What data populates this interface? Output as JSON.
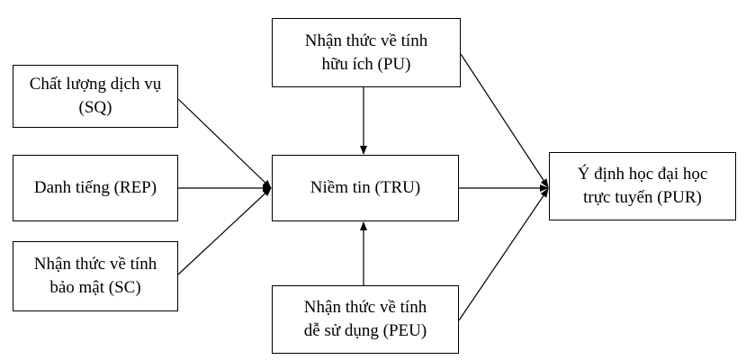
{
  "diagram": {
    "nodes": {
      "sq": "Chất lượng dịch vụ\n(SQ)",
      "rep": "Danh tiếng (REP)",
      "sc": "Nhận thức về tính\nbảo mật (SC)",
      "pu": "Nhận thức về tính\nhữu ích (PU)",
      "tru": "Niềm tin (TRU)",
      "peu": "Nhận thức về tính\ndễ sử dụng (PEU)",
      "pur": "Ý định học đại học\ntrực tuyến (PUR)"
    },
    "edges": [
      {
        "from": "sq",
        "to": "tru"
      },
      {
        "from": "rep",
        "to": "tru"
      },
      {
        "from": "sc",
        "to": "tru"
      },
      {
        "from": "pu",
        "to": "tru"
      },
      {
        "from": "peu",
        "to": "tru"
      },
      {
        "from": "pu",
        "to": "pur"
      },
      {
        "from": "tru",
        "to": "pur"
      },
      {
        "from": "peu",
        "to": "pur"
      }
    ],
    "line_color": "#000000"
  }
}
